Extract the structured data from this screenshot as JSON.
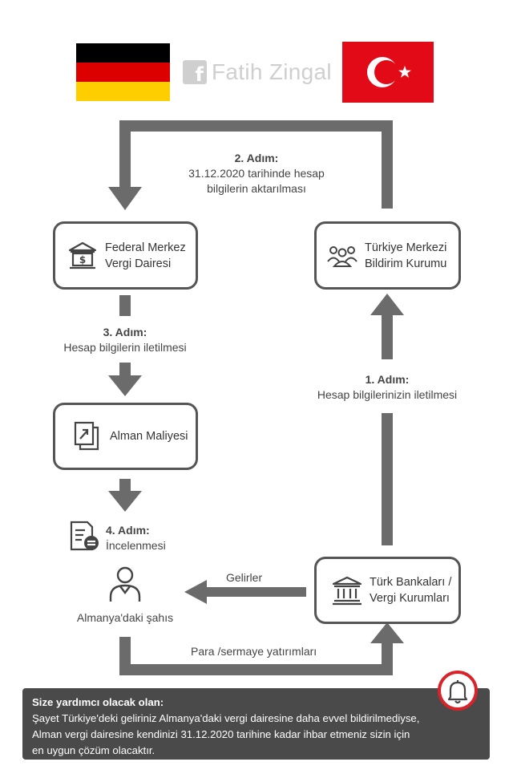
{
  "header": {
    "brand_glyph": "f",
    "brand_name": "Fatih Zingal",
    "flag_left": {
      "name": "germany-flag",
      "colors": [
        "#000000",
        "#dd0000",
        "#ffce00"
      ]
    },
    "flag_right": {
      "name": "turkey-flag",
      "colors": [
        "#e30a17",
        "#ffffff"
      ]
    }
  },
  "nodes": {
    "federal": {
      "line1": "Federal Merkez",
      "line2": "Vergi Dairesi",
      "icon": "tax-office-icon"
    },
    "turkiye": {
      "line1": "Türkiye Merkezi",
      "line2": "Bildirim Kurumu",
      "icon": "people-group-icon"
    },
    "alman": {
      "line1": "Alman Maliyesi",
      "icon": "finance-document-icon"
    },
    "banks": {
      "line1": "Türk Bankaları /",
      "line2": "Vergi Kurumları",
      "icon": "bank-building-icon"
    }
  },
  "steps": {
    "step1": {
      "title": "1. Adım:",
      "text": "Hesap bilgilerinizin iletilmesi"
    },
    "step2": {
      "title": "2. Adım:",
      "line1": "31.12.2020 tarihinde hesap",
      "line2": "bilgilerin aktarılması"
    },
    "step3": {
      "title": "3. Adım:",
      "text": "Hesap bilgilerin iletilmesi"
    },
    "step4": {
      "title": "4. Adım:",
      "text": "İncelenmesi"
    }
  },
  "labels": {
    "gelirler": "Gelirler",
    "person": "Almanya'daki şahıs",
    "para": "Para /sermaye yatırımları"
  },
  "footer": {
    "heading": "Size yardımcı olacak olan:",
    "line1": "Şayet Türkiye'deki geliriniz Almanya'daki vergi dairesine daha evvel bildirilmediyse,",
    "line2": "Alman vergi dairesine kendinizi 31.12.2020 tarihine kadar ihbar etmeniz sizin için",
    "line3": "en uygun çözüm olacaktır."
  },
  "colors": {
    "arrow": "#6b6b6b",
    "alert": "#d9232b",
    "footer_bg": "#4a4a4a"
  }
}
